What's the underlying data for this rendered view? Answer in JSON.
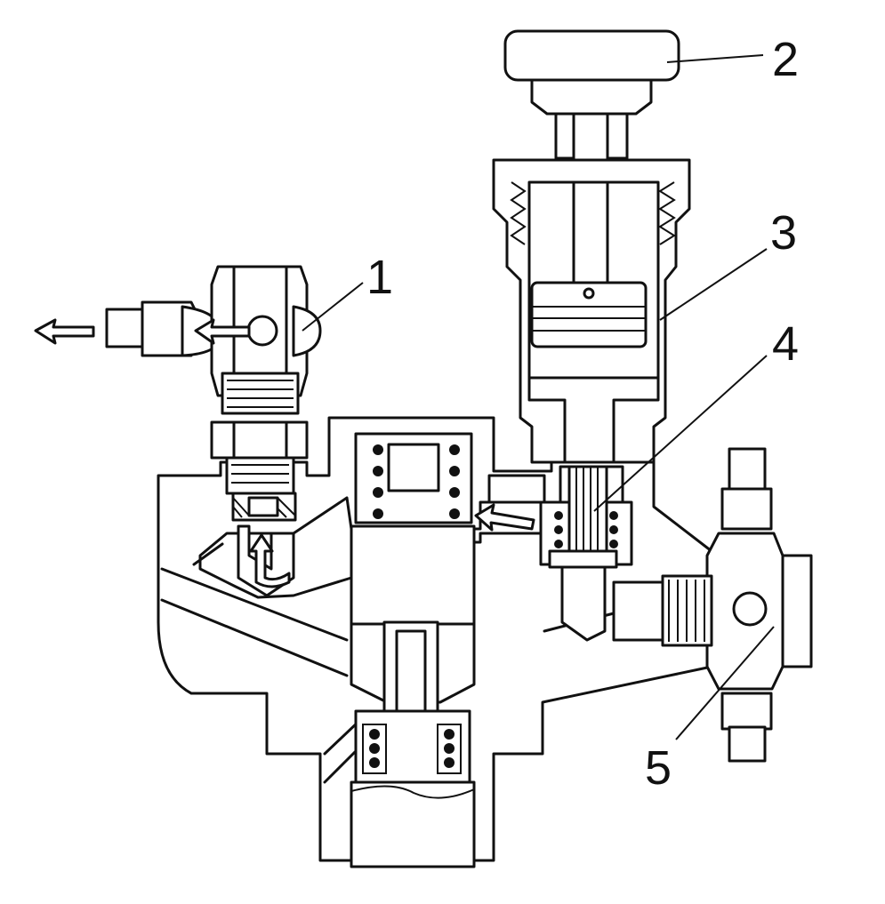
{
  "callouts": [
    {
      "id": "1",
      "label": "1"
    },
    {
      "id": "2",
      "label": "2"
    },
    {
      "id": "3",
      "label": "3"
    },
    {
      "id": "4",
      "label": "4"
    },
    {
      "id": "5",
      "label": "5"
    }
  ],
  "colors": {
    "line": "#111111",
    "fill": "#ffffff"
  }
}
